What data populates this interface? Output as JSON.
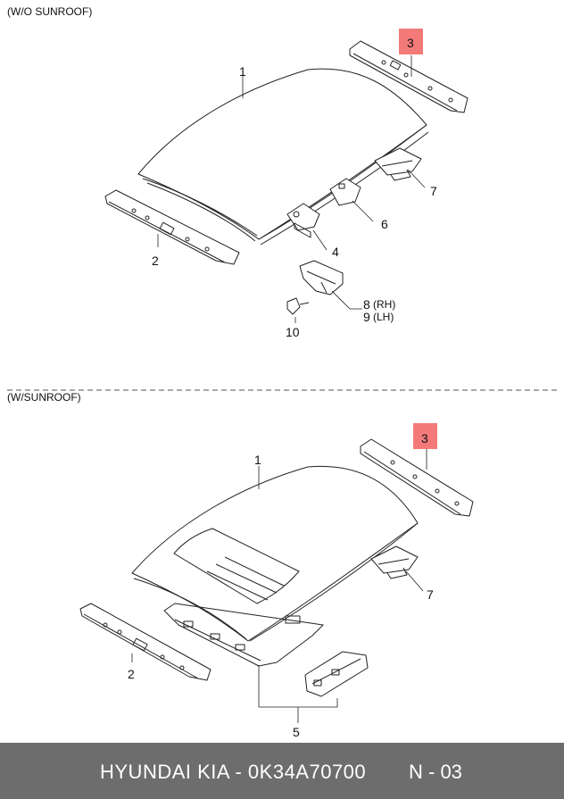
{
  "sections": {
    "top_label": "(W/O SUNROOF)",
    "bottom_label": "(W/SUNROOF)"
  },
  "callouts_top": {
    "p1": "1",
    "p2": "2",
    "p3": "3",
    "p4": "4",
    "p6": "6",
    "p7": "7",
    "p8": "8",
    "p8_side": "(RH)",
    "p9": "9",
    "p9_side": "(LH)",
    "p10": "10"
  },
  "callouts_bottom": {
    "p1": "1",
    "p2": "2",
    "p3": "3",
    "p5": "5",
    "p7": "7"
  },
  "footer": {
    "brand_part": "HYUNDAI  KIA - 0K34A70700",
    "page_code": "N - 03"
  },
  "colors": {
    "highlight": "#f47a7a",
    "footer_bg": "#6d6d6d"
  }
}
